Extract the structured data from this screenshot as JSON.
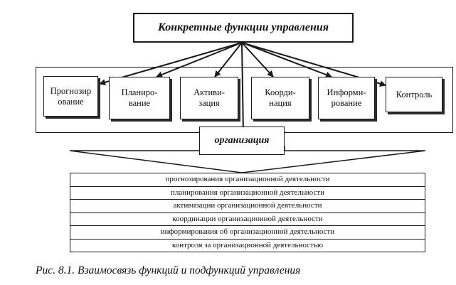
{
  "diagram": {
    "title": "Конкретные функции управления",
    "functions": [
      "Прогнозир\nование",
      "Планиро-\nвание",
      "Активи-\nзация",
      "Коорди-\nнация",
      "Информи-\nрование",
      "Контроль"
    ],
    "center": "организация",
    "subfunctions": [
      "прогнозирования организационной деятельности",
      "планирования организационной деятельности",
      "активизации организационной деятельности",
      "координации организационной деятельности",
      "информирования об организационной деятельности",
      "контроля за организационной деятельностью"
    ],
    "caption": "Рис. 8.1. Взаимосвязь функций и подфункций управления"
  }
}
